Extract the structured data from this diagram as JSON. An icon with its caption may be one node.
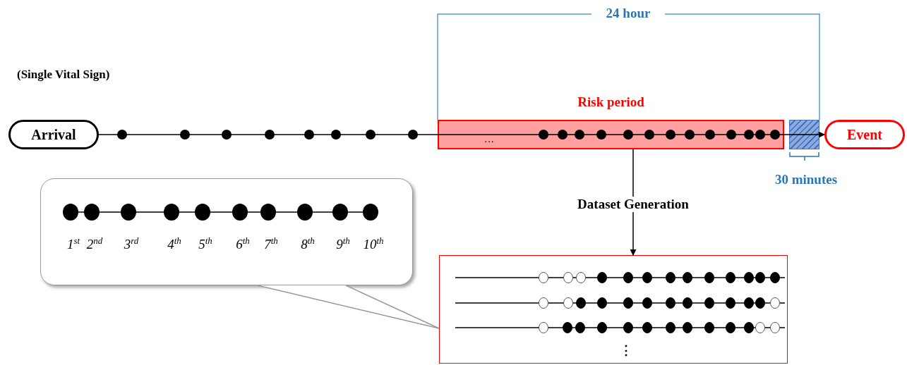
{
  "diagram": {
    "nodes": [
      {
        "text": [
          "Arrival"
        ]
      },
      {
        "text": [
          "Event"
        ]
      },
      {
        "text": [
          "Risk period",
          "…"
        ]
      },
      {
        "text": [],
        "shape": "box"
      },
      {
        "text": [
          "⋮"
        ]
      },
      {
        "text": [
          "1$^{st}$",
          "2$^{nd}$",
          "3$^{rd}$",
          "4$^{th}$",
          "5$^{th}$",
          "6$^{th}$",
          "7$^{th}$",
          "8$^{th}$",
          "9$^{th}$",
          "10$^{th}$"
        ]
      }
    ],
    "edges": [
      {
        "from": 0,
        "to": 2,
        "arrow": "none"
      },
      {
        "from": 2,
        "to": 3,
        "arrow": "none"
      },
      {
        "from": 3,
        "to": 1,
        "arrow": "to"
      },
      {
        "from": 2,
        "to": 4,
        "arrow": "to",
        "label": "Dataset Generation"
      },
      {
        "from": 5,
        "to": 4,
        "arrow": "none",
        "color": "#999999"
      }
    ],
    "labels": [
      "24 hour",
      "(Single Vital Sign)",
      "30 minutes"
    ]
  }
}
